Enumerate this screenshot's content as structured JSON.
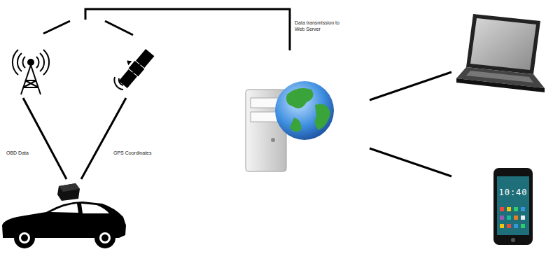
{
  "diagram": {
    "labels": [
      "Data transmission to Web Server",
      "OBD Data",
      "GPS Coordinates",
      "10:40"
    ]
  }
}
